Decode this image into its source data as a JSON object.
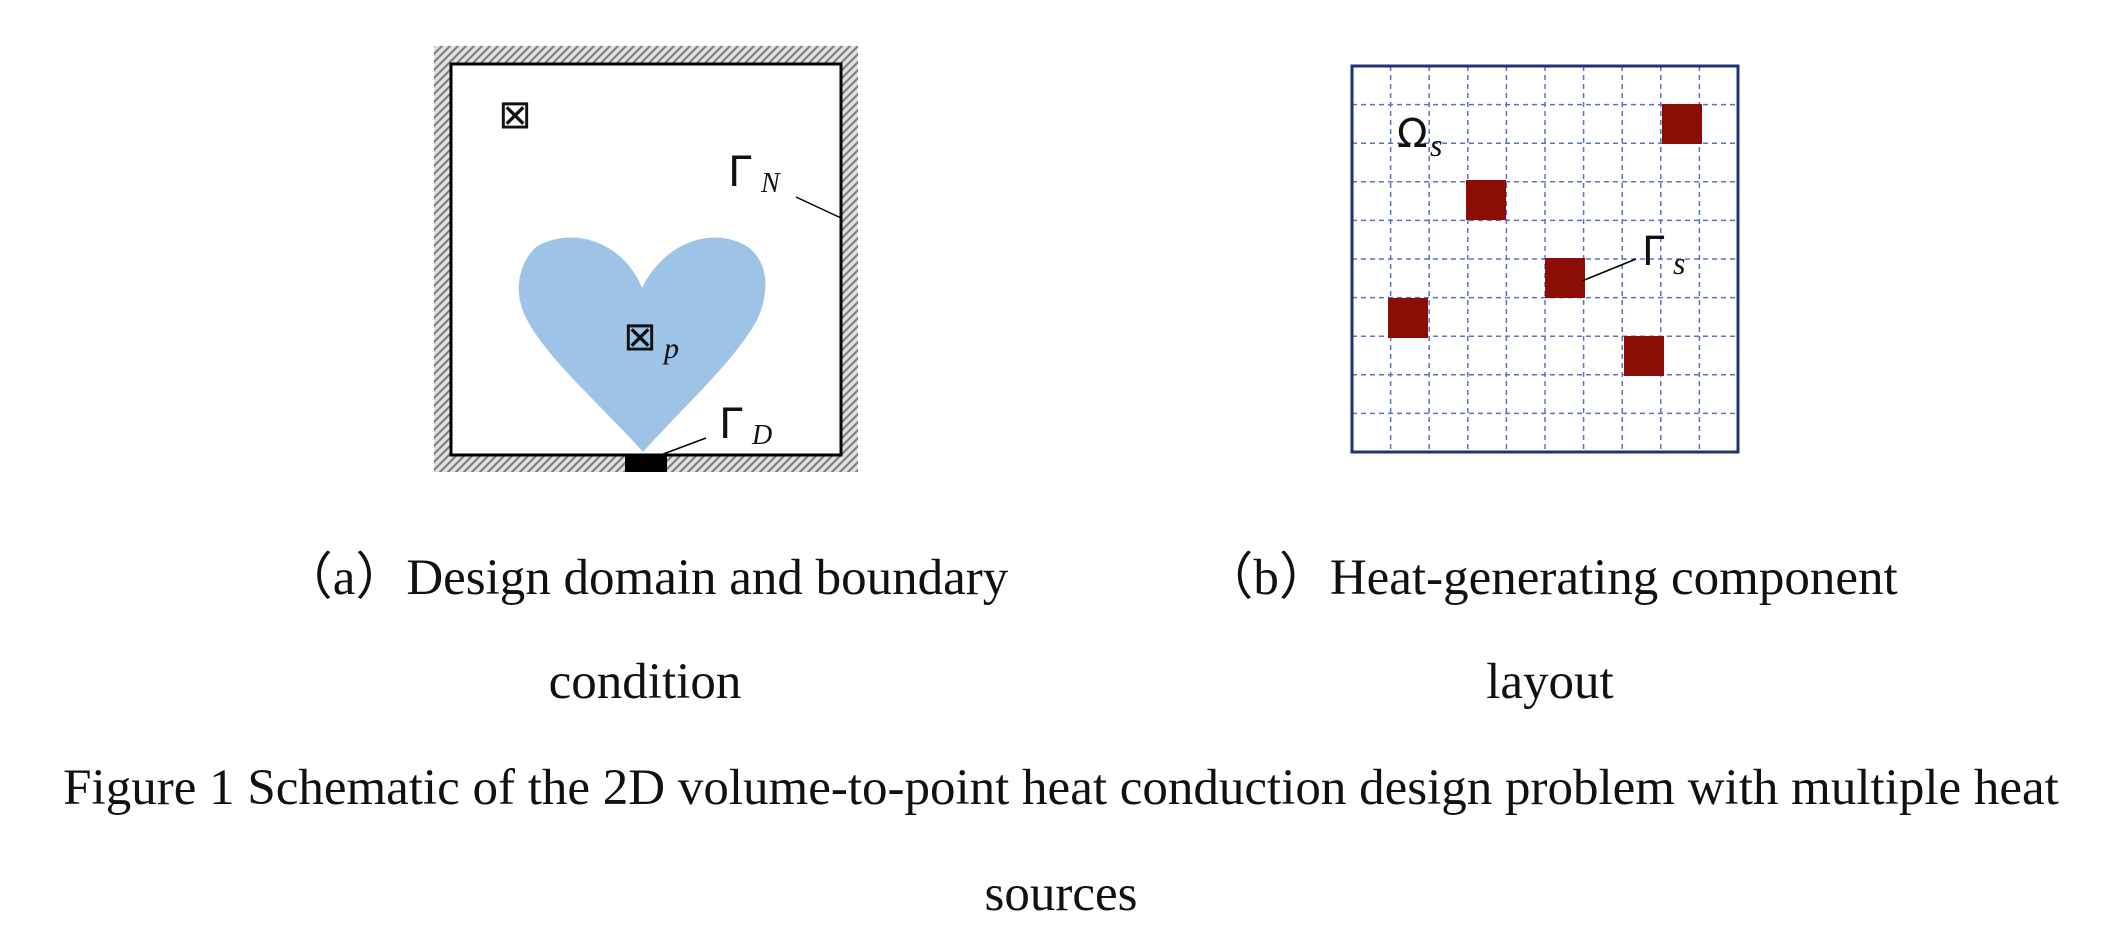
{
  "panel_a": {
    "outer_domain_symbol": "⊠",
    "heart_domain_symbol": "⊠",
    "heart_domain_subscript": "p",
    "neumann_symbol": "Γ",
    "neumann_subscript": "N",
    "dirichlet_symbol": "Γ",
    "dirichlet_subscript": "D",
    "caption_line1": "（a）Design domain and boundary",
    "caption_line2": "condition"
  },
  "panel_b": {
    "omega_symbol": "Ω",
    "omega_subscript": "s",
    "gamma_symbol": "Γ",
    "gamma_subscript": "s",
    "caption_line1": "（b）Heat-generating component",
    "caption_line2": "layout"
  },
  "figure_caption": {
    "line1": "Figure 1 Schematic of the 2D volume-to-point heat conduction design problem with multiple heat",
    "line2": "sources"
  },
  "colors": {
    "heart_fill": "#9dc3e6",
    "heat_source_fill": "#8b0d05",
    "grid_border": "#1f3470",
    "grid_dash": "#5b76b8",
    "hatch": "#8c8c8c",
    "sink": "#000000"
  }
}
